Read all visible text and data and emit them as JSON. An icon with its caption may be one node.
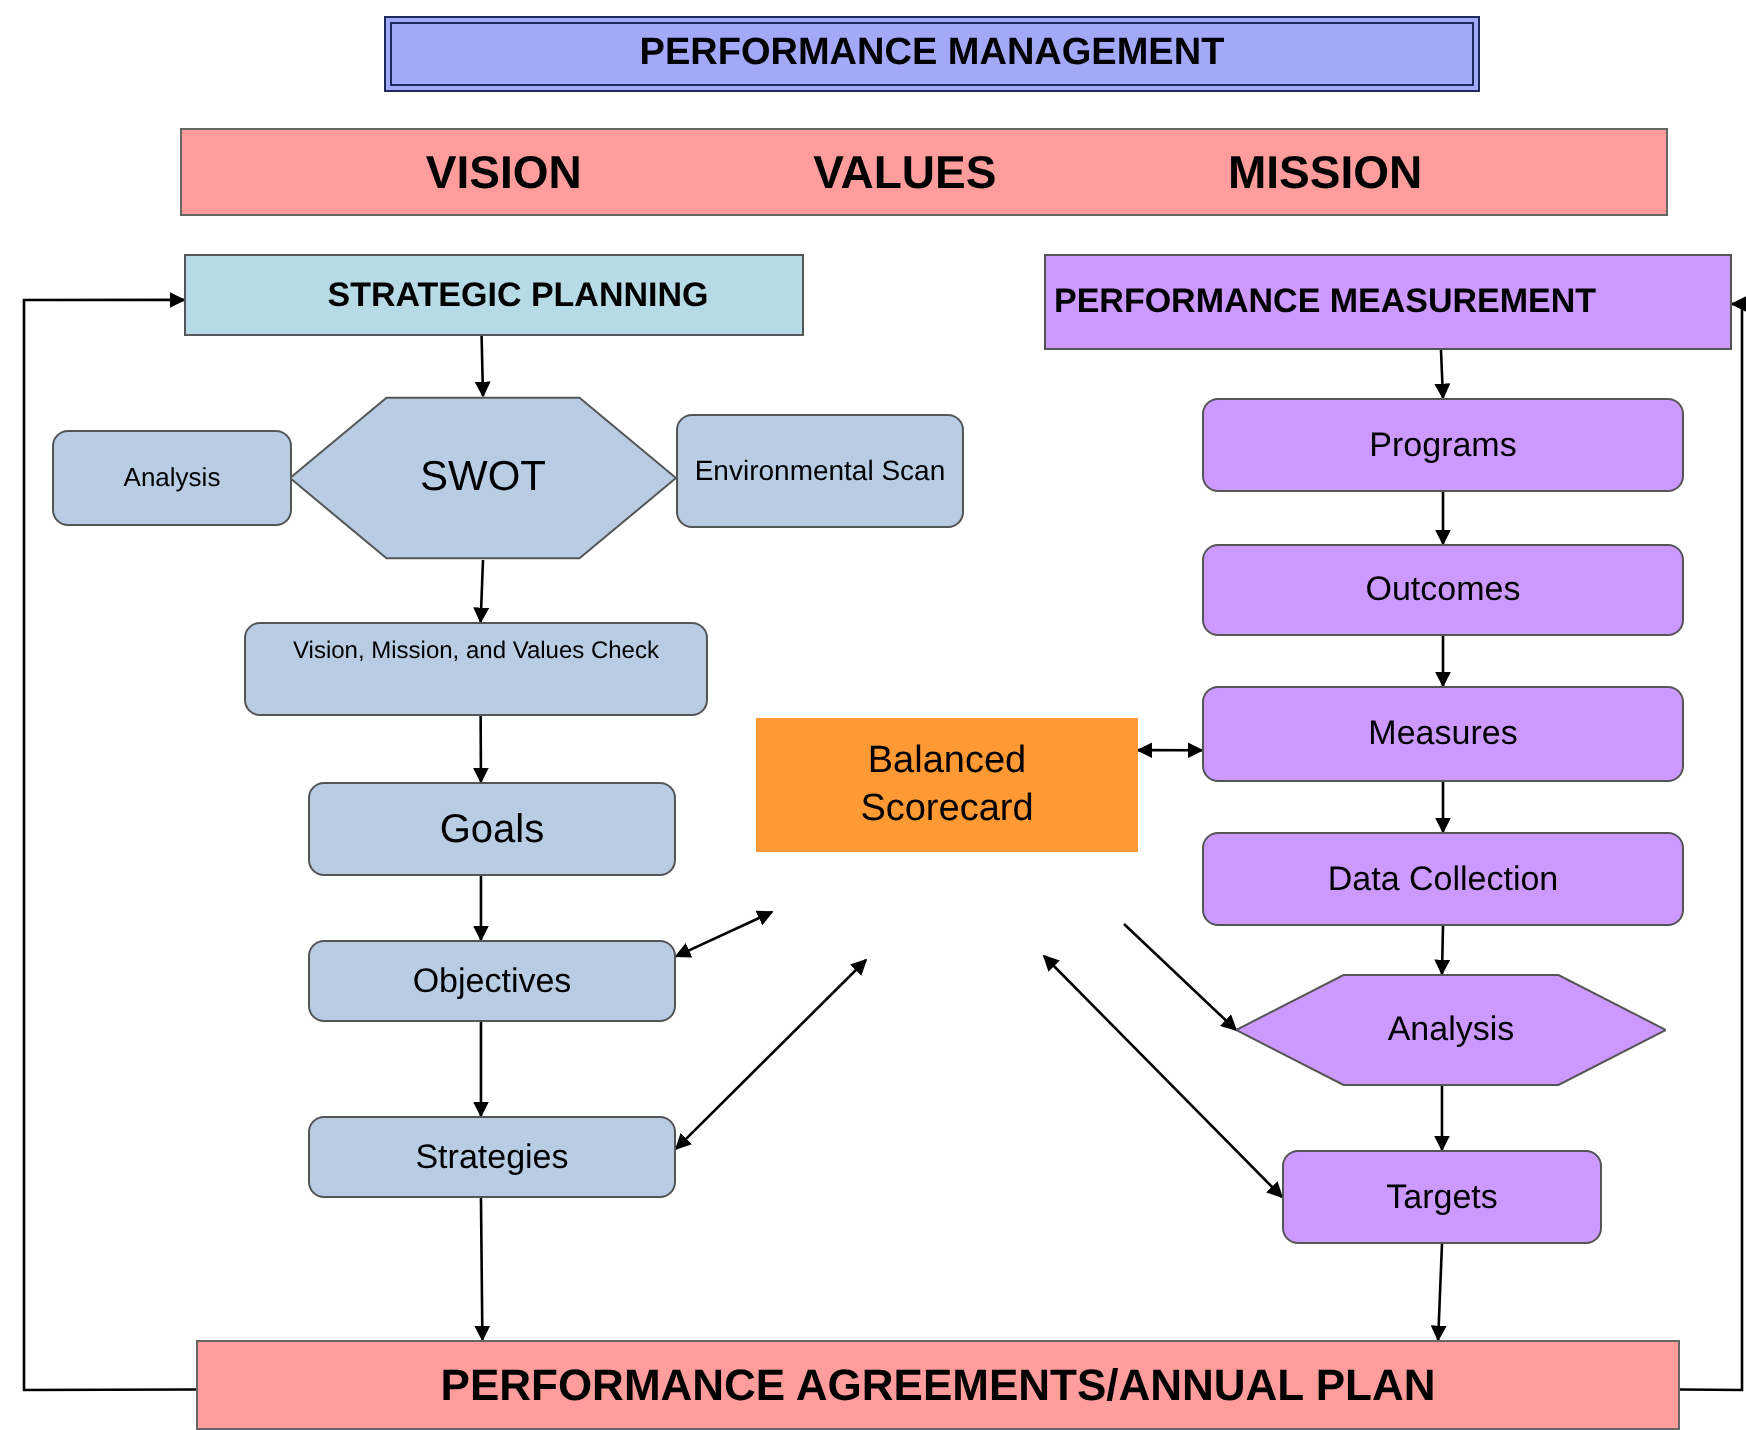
{
  "diagram": {
    "nodes": [
      {
        "text": [
          "PERFORMANCE MANAGEMENT"
        ]
      },
      {
        "text": [
          "VISION",
          "VALUES",
          "MISSION"
        ]
      },
      {
        "text": [
          "STRATEGIC PLANNING"
        ]
      },
      {
        "text": [
          "PERFORMANCE MEASUREMENT"
        ]
      },
      {
        "text": [
          "Analysis"
        ]
      },
      {
        "text": [
          "SWOT"
        ]
      },
      {
        "text": [
          "Environmental Scan"
        ]
      },
      {
        "text": [
          "Vision, Mission, and Values Check"
        ]
      },
      {
        "text": [
          "Goals"
        ]
      },
      {
        "text": [
          "Balanced Scorecard"
        ]
      },
      {
        "text": [
          "Programs"
        ]
      },
      {
        "text": [
          "Outcomes"
        ]
      },
      {
        "text": [
          "Measures"
        ]
      },
      {
        "text": [
          "Objectives"
        ]
      },
      {
        "text": [
          "Data Collection"
        ]
      },
      {
        "text": [
          "Analysis"
        ]
      },
      {
        "text": [
          "Strategies"
        ]
      },
      {
        "text": [
          "Targets"
        ]
      },
      {
        "text": [
          "PERFORMANCE AGREEMENTS/ANNUAL PLAN"
        ]
      }
    ],
    "edges": [
      {
        "from": 2,
        "to": 5,
        "arrow": "to"
      },
      {
        "from": 5,
        "to": 7,
        "arrow": "to"
      },
      {
        "from": 7,
        "to": 8,
        "arrow": "to"
      },
      {
        "from": 8,
        "to": 13,
        "arrow": "to"
      },
      {
        "from": 13,
        "to": 16,
        "arrow": "to"
      },
      {
        "from": 16,
        "to": 18,
        "arrow": "to"
      },
      {
        "from": 3,
        "to": 10,
        "arrow": "to"
      },
      {
        "from": 10,
        "to": 11,
        "arrow": "to"
      },
      {
        "from": 11,
        "to": 12,
        "arrow": "to"
      },
      {
        "from": 12,
        "to": 14,
        "arrow": "to"
      },
      {
        "from": 14,
        "to": 15,
        "arrow": "to"
      },
      {
        "from": 15,
        "to": 17,
        "arrow": "to"
      },
      {
        "from": 17,
        "to": 18,
        "arrow": "to"
      },
      {
        "from": 9,
        "to": 12,
        "arrow": "both"
      },
      {
        "from": null,
        "to": 13,
        "arrow": "both"
      },
      {
        "from": null,
        "to": 16,
        "arrow": "both"
      },
      {
        "from": null,
        "to": 15,
        "arrow": "to"
      },
      {
        "from": null,
        "to": 17,
        "arrow": "both"
      },
      {
        "from": 18,
        "to": 2,
        "arrow": "to"
      },
      {
        "from": 18,
        "to": 3,
        "arrow": "to"
      }
    ]
  }
}
